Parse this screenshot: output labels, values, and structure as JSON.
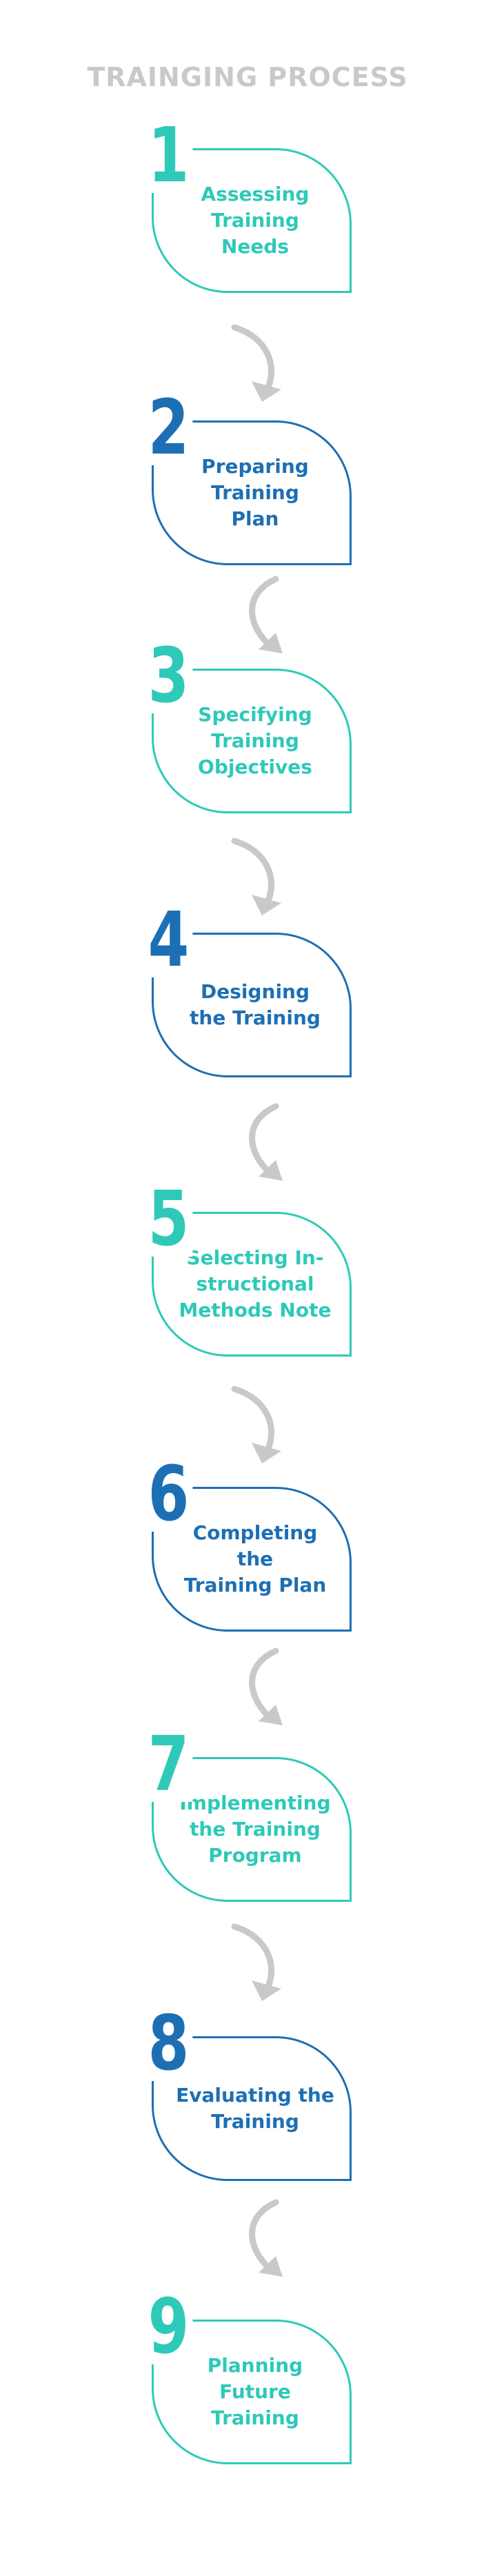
{
  "title": "TRAINGING PROCESS",
  "colors": {
    "teal": "#2ec9b8",
    "blue": "#1d6fb4",
    "arrow": "#c9c9c9",
    "title": "#c9c9c9"
  },
  "steps": [
    {
      "number": "1",
      "label": "Assessing\nTraining Needs",
      "color": "teal"
    },
    {
      "number": "2",
      "label": "Preparing\nTraining\nPlan",
      "color": "blue"
    },
    {
      "number": "3",
      "label": "Specifying\nTraining\nObjectives",
      "color": "teal"
    },
    {
      "number": "4",
      "label": "Designing\nthe Training",
      "color": "blue"
    },
    {
      "number": "5",
      "label": "Selecting In-\nstructional\nMethods Note",
      "color": "teal"
    },
    {
      "number": "6",
      "label": "Completing the\nTraining Plan",
      "color": "blue"
    },
    {
      "number": "7",
      "label": "Implementing\nthe Training\nProgram",
      "color": "teal"
    },
    {
      "number": "8",
      "label": "Evaluating the\nTraining",
      "color": "blue"
    },
    {
      "number": "9",
      "label": "Planning Future\nTraining",
      "color": "teal"
    }
  ]
}
